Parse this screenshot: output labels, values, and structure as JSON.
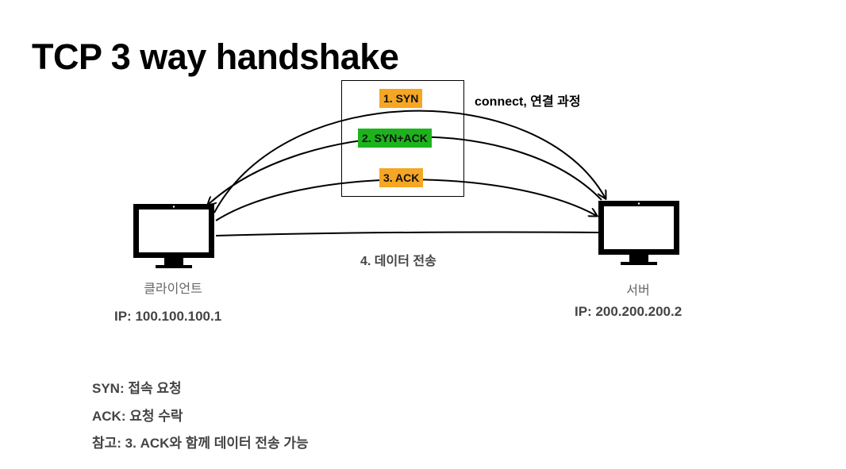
{
  "title": "TCP 3 way handshake",
  "handshake": {
    "steps": [
      {
        "label": "1. SYN",
        "color": "#F5A623"
      },
      {
        "label": "2. SYN+ACK",
        "color": "#1DB31D"
      },
      {
        "label": "3. ACK",
        "color": "#F5A623"
      }
    ],
    "connect_label": "connect, 연결 과정"
  },
  "transfer_label": "4. 데이터 전송",
  "client": {
    "name": "클라이언트",
    "ip": "IP: 100.100.100.1",
    "icon": "monitor-icon"
  },
  "server": {
    "name": "서버",
    "ip": "IP: 200.200.200.2",
    "icon": "monitor-icon"
  },
  "notes": [
    "SYN: 접속 요청",
    "ACK: 요청 수락",
    "참고: 3. ACK와 함께 데이터 전송 가능"
  ]
}
